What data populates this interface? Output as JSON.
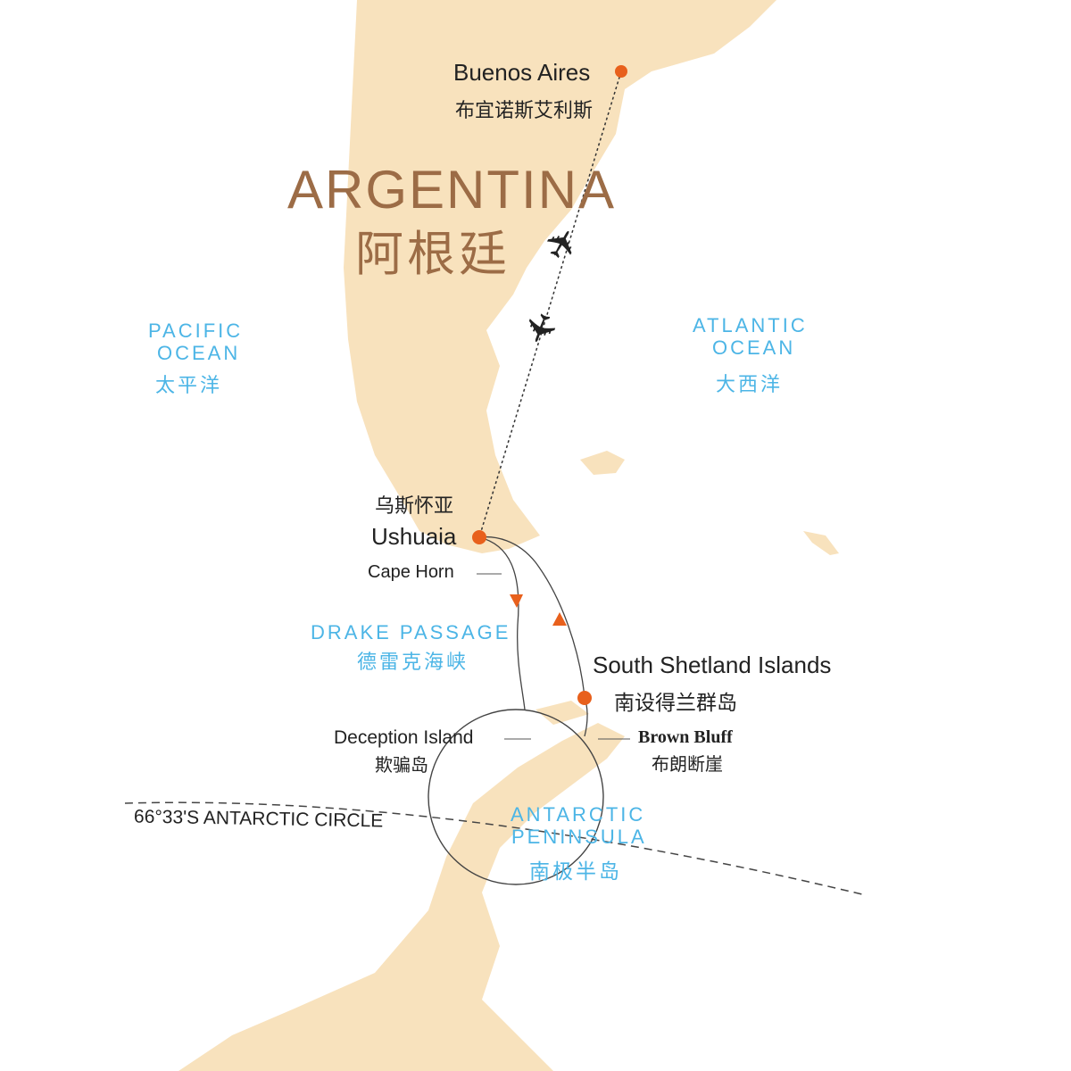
{
  "colors": {
    "land": "#f8e2bd",
    "ocean_label": "#4cb5e6",
    "route_dot": "#e8601c",
    "country_label": "#9c6c46"
  },
  "country": {
    "en": "ARGENTINA",
    "zh": "阿根廷"
  },
  "oceans": [
    {
      "en1": "PACIFIC",
      "en2": "OCEAN",
      "zh": "太平洋"
    },
    {
      "en1": "ATLANTIC",
      "en2": "OCEAN",
      "zh": "大西洋"
    }
  ],
  "drake": {
    "en": "DRAKE PASSAGE",
    "zh": "德雷克海峡"
  },
  "peninsula": {
    "en1": "ANTARCTIC",
    "en2": "PENINSULA",
    "zh": "南极半岛"
  },
  "places": {
    "buenos_aires": {
      "en": "Buenos Aires",
      "zh": "布宜诺斯艾利斯"
    },
    "ushuaia": {
      "en": "Ushuaia",
      "zh": "乌斯怀亚"
    },
    "cape_horn": {
      "en": "Cape Horn"
    },
    "south_shetland": {
      "en": "South Shetland Islands",
      "zh": "南设得兰群岛"
    },
    "deception": {
      "en": "Deception Island",
      "zh": "欺骗岛"
    },
    "brown_bluff": {
      "en": "Brown Bluff",
      "zh": "布朗断崖"
    }
  },
  "antarctic_circle": "66°33'S ANTARCTIC CIRCLE",
  "icons": {
    "plane": "✈"
  }
}
